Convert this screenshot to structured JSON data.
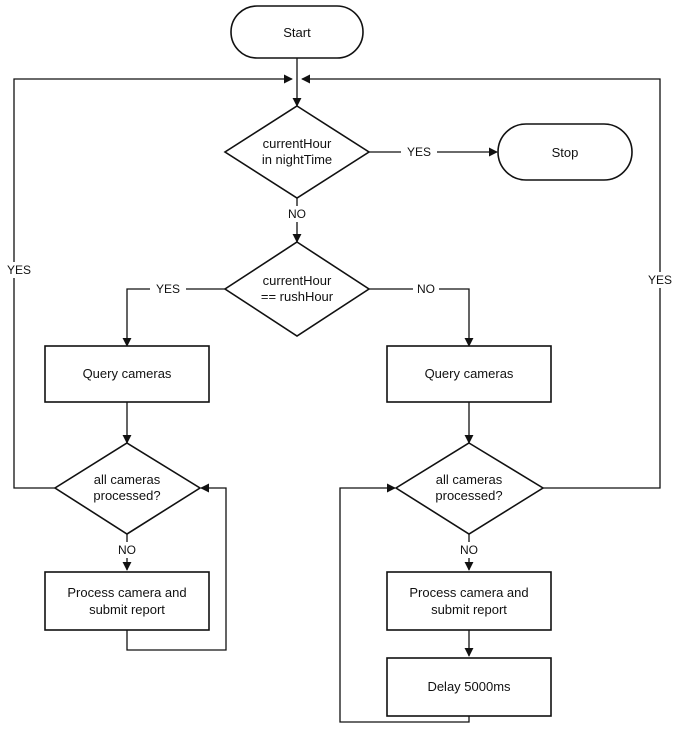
{
  "nodes": {
    "start": {
      "label": "Start"
    },
    "stop": {
      "label": "Stop"
    },
    "night_check": {
      "line1": "currentHour",
      "line2": "in nightTime"
    },
    "rush_check": {
      "line1": "currentHour",
      "line2": "== rushHour"
    },
    "query_left": {
      "label": "Query cameras"
    },
    "query_right": {
      "label": "Query cameras"
    },
    "all_left": {
      "line1": "all cameras",
      "line2": "processed?"
    },
    "all_right": {
      "line1": "all cameras",
      "line2": "processed?"
    },
    "process_left": {
      "line1": "Process camera and",
      "line2": "submit report"
    },
    "process_right": {
      "line1": "Process camera and",
      "line2": "submit report"
    },
    "delay": {
      "label": "Delay 5000ms"
    }
  },
  "edges": {
    "night_yes": "YES",
    "night_no": "NO",
    "rush_yes": "YES",
    "rush_no": "NO",
    "left_yes": "YES",
    "left_no": "NO",
    "right_yes": "YES",
    "right_no": "NO"
  }
}
